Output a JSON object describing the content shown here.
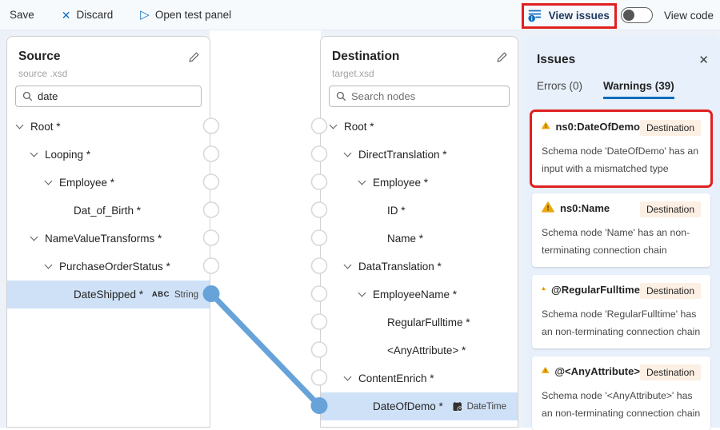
{
  "colors": {
    "accent": "#0f6cbd",
    "connection_line": "#67a3d9",
    "connection_dot_border": "#d8d8d8",
    "selected_row": "#cfe1f7",
    "warning_icon": "#eba70b",
    "destination_badge_bg": "#fcefe3",
    "highlight_red": "#e02020",
    "issues_panel_bg": "#e7f0fb"
  },
  "toolbar": {
    "save_label": "Save",
    "discard_label": "Discard",
    "open_test_panel_label": "Open test panel",
    "view_issues_label": "View issues",
    "view_code_label": "View code",
    "view_code_toggle_state": "off"
  },
  "source_panel": {
    "title": "Source",
    "subtitle": "source .xsd",
    "search_value": "date",
    "edit_icon": "pencil-icon",
    "search_icon": "search-icon",
    "nodes": [
      {
        "label": "Root *",
        "indent": 0,
        "expandable": true
      },
      {
        "label": "Looping *",
        "indent": 1,
        "expandable": true
      },
      {
        "label": "Employee *",
        "indent": 2,
        "expandable": true
      },
      {
        "label": "Dat_of_Birth *",
        "indent": 3,
        "expandable": false
      },
      {
        "label": "NameValueTransforms *",
        "indent": 1,
        "expandable": true
      },
      {
        "label": "PurchaseOrderStatus *",
        "indent": 2,
        "expandable": true
      },
      {
        "label": "DateShipped *",
        "indent": 3,
        "expandable": false,
        "selected": true,
        "connected": true,
        "type_icon": "abc-text-icon",
        "type_label": "String"
      }
    ]
  },
  "destination_panel": {
    "title": "Destination",
    "subtitle": "target.xsd",
    "search_placeholder": "Search nodes",
    "edit_icon": "pencil-icon",
    "search_icon": "search-icon",
    "nodes": [
      {
        "label": "Root *",
        "indent": 0,
        "expandable": true
      },
      {
        "label": "DirectTranslation *",
        "indent": 1,
        "expandable": true
      },
      {
        "label": "Employee *",
        "indent": 2,
        "expandable": true
      },
      {
        "label": "ID *",
        "indent": 3,
        "expandable": false
      },
      {
        "label": "Name *",
        "indent": 3,
        "expandable": false
      },
      {
        "label": "DataTranslation *",
        "indent": 1,
        "expandable": true
      },
      {
        "label": "EmployeeName *",
        "indent": 2,
        "expandable": true
      },
      {
        "label": "RegularFulltime *",
        "indent": 3,
        "expandable": false
      },
      {
        "label": "<AnyAttribute> *",
        "indent": 3,
        "expandable": false
      },
      {
        "label": "ContentEnrich *",
        "indent": 1,
        "expandable": true
      },
      {
        "label": "DateOfDemo *",
        "indent": 2,
        "expandable": false,
        "selected": true,
        "connected": true,
        "type_icon": "calendar-clock-icon",
        "type_label": "DateTime"
      }
    ]
  },
  "issues_panel": {
    "title": "Issues",
    "close_icon": "close-icon",
    "tabs": [
      {
        "label": "Errors (0)",
        "active": false
      },
      {
        "label": "Warnings (39)",
        "active": true
      }
    ],
    "warnings": [
      {
        "name": "ns0:DateOfDemo",
        "location_badge": "Destination",
        "icon": "warning-icon",
        "message": "Schema node 'DateOfDemo' has an input with a mismatched type",
        "highlighted": true
      },
      {
        "name": "ns0:Name",
        "location_badge": "Destination",
        "icon": "warning-icon",
        "message": "Schema node 'Name' has an non-terminating connection chain",
        "highlighted": false
      },
      {
        "name": "@RegularFulltime",
        "location_badge": "Destination",
        "icon": "warning-icon",
        "message": "Schema node 'RegularFulltime' has an non-terminating connection chain",
        "highlighted": false
      },
      {
        "name": "@<AnyAttribute>",
        "location_badge": "Destination",
        "icon": "warning-icon",
        "message": "Schema node '<AnyAttribute>' has an non-terminating connection chain",
        "highlighted": false
      }
    ]
  }
}
